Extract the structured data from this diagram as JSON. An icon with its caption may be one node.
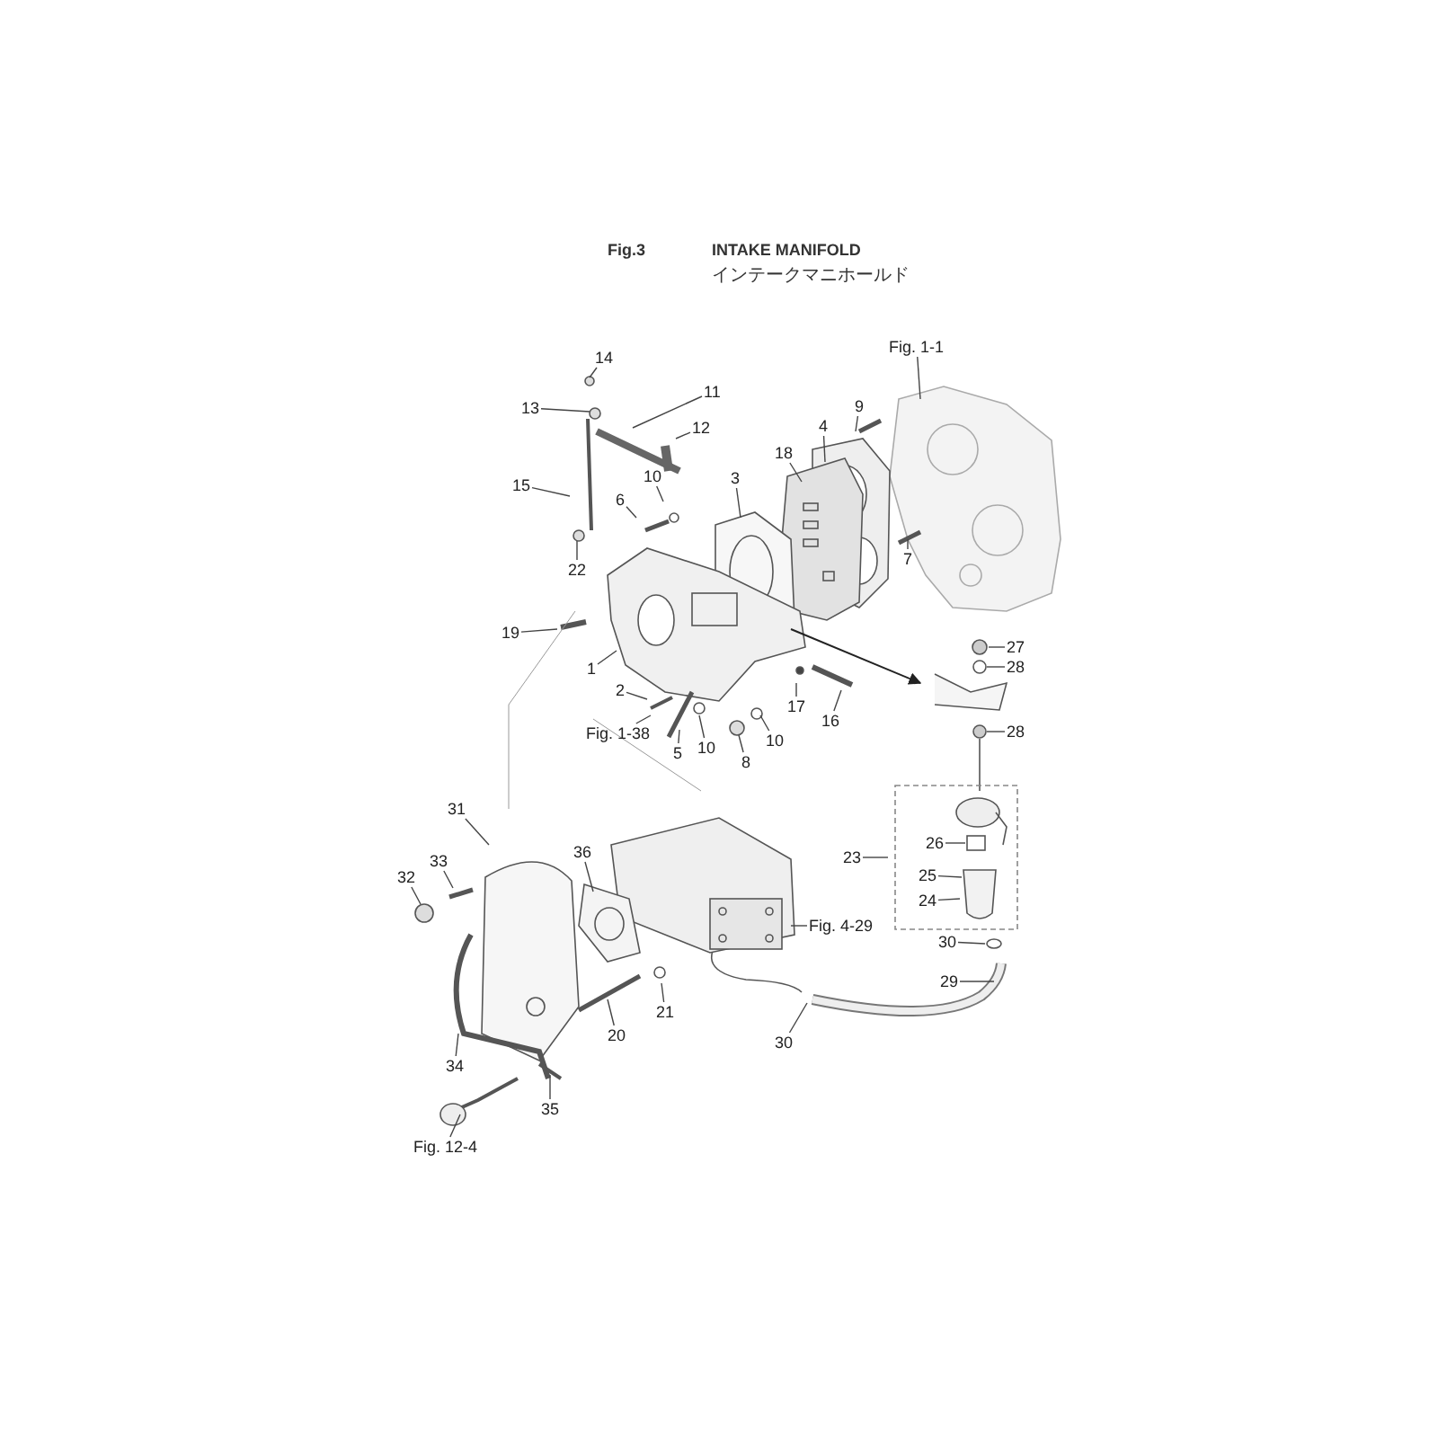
{
  "diagram": {
    "title": "INTAKE MANIFOLD",
    "labels": [
      "Fig.3",
      "インテークマニホールド"
    ],
    "nodes": [
      {
        "text": [
          "Fig. 1-1"
        ]
      },
      {
        "text": [
          "14"
        ]
      },
      {
        "text": [
          "11"
        ]
      },
      {
        "text": [
          "13"
        ]
      },
      {
        "text": [
          "12"
        ]
      },
      {
        "text": [
          "9"
        ]
      },
      {
        "text": [
          "4"
        ]
      },
      {
        "text": [
          "18"
        ]
      },
      {
        "text": [
          "3"
        ]
      },
      {
        "text": [
          "10"
        ]
      },
      {
        "text": [
          "6"
        ]
      },
      {
        "text": [
          "15"
        ]
      },
      {
        "text": [
          "7"
        ]
      },
      {
        "text": [
          "22"
        ]
      },
      {
        "text": [
          "19"
        ]
      },
      {
        "text": [
          "1"
        ]
      },
      {
        "text": [
          "2"
        ]
      },
      {
        "text": [
          "Fig. 1-38"
        ]
      },
      {
        "text": [
          "17"
        ]
      },
      {
        "text": [
          "16"
        ]
      },
      {
        "text": [
          "5"
        ]
      },
      {
        "text": [
          "10"
        ]
      },
      {
        "text": [
          "8"
        ]
      },
      {
        "text": [
          "10"
        ]
      },
      {
        "text": [
          "27"
        ]
      },
      {
        "text": [
          "28"
        ]
      },
      {
        "text": [
          "28"
        ]
      },
      {
        "text": [
          "31"
        ]
      },
      {
        "text": [
          "36"
        ]
      },
      {
        "text": [
          "26"
        ]
      },
      {
        "text": [
          "23"
        ]
      },
      {
        "text": [
          "33"
        ]
      },
      {
        "text": [
          "32"
        ]
      },
      {
        "text": [
          "25"
        ]
      },
      {
        "text": [
          "24"
        ]
      },
      {
        "text": [
          "Fig. 4-29"
        ]
      },
      {
        "text": [
          "30"
        ]
      },
      {
        "text": [
          "29"
        ]
      },
      {
        "text": [
          "21"
        ]
      },
      {
        "text": [
          "20"
        ]
      },
      {
        "text": [
          "30"
        ]
      },
      {
        "text": [
          "34"
        ]
      },
      {
        "text": [
          "35"
        ]
      },
      {
        "text": [
          "Fig. 12-4"
        ]
      }
    ],
    "edges": [
      {
        "from": 0,
        "to": null,
        "arrow": "none"
      },
      {
        "from": 1,
        "to": null,
        "arrow": "none"
      },
      {
        "from": 2,
        "to": null,
        "arrow": "none"
      },
      {
        "from": 3,
        "to": null,
        "arrow": "none"
      },
      {
        "from": 4,
        "to": null,
        "arrow": "none"
      },
      {
        "from": 5,
        "to": null,
        "arrow": "none"
      },
      {
        "from": 6,
        "to": null,
        "arrow": "none"
      },
      {
        "from": 7,
        "to": null,
        "arrow": "none"
      },
      {
        "from": 8,
        "to": null,
        "arrow": "none"
      },
      {
        "from": 9,
        "to": null,
        "arrow": "none"
      },
      {
        "from": 10,
        "to": null,
        "arrow": "none"
      },
      {
        "from": 11,
        "to": null,
        "arrow": "none"
      },
      {
        "from": 12,
        "to": null,
        "arrow": "none"
      },
      {
        "from": 13,
        "to": null,
        "arrow": "none"
      },
      {
        "from": 14,
        "to": null,
        "arrow": "none"
      },
      {
        "from": 15,
        "to": null,
        "arrow": "none"
      },
      {
        "from": 16,
        "to": null,
        "arrow": "none"
      },
      {
        "from": 17,
        "to": null,
        "arrow": "none"
      },
      {
        "from": 18,
        "to": null,
        "arrow": "none"
      },
      {
        "from": 19,
        "to": null,
        "arrow": "none"
      },
      {
        "from": 20,
        "to": null,
        "arrow": "none"
      },
      {
        "from": 21,
        "to": null,
        "arrow": "none"
      },
      {
        "from": 22,
        "to": null,
        "arrow": "none"
      },
      {
        "from": 23,
        "to": null,
        "arrow": "none"
      },
      {
        "from": 24,
        "to": null,
        "arrow": "none"
      },
      {
        "from": 25,
        "to": null,
        "arrow": "none"
      },
      {
        "from": 26,
        "to": null,
        "arrow": "none"
      },
      {
        "from": 27,
        "to": null,
        "arrow": "none"
      },
      {
        "from": 28,
        "to": null,
        "arrow": "none"
      },
      {
        "from": 29,
        "to": null,
        "arrow": "none"
      },
      {
        "from": 30,
        "to": null,
        "arrow": "none"
      },
      {
        "from": 31,
        "to": null,
        "arrow": "none"
      },
      {
        "from": 32,
        "to": null,
        "arrow": "none"
      },
      {
        "from": 33,
        "to": null,
        "arrow": "none"
      },
      {
        "from": 34,
        "to": null,
        "arrow": "none"
      },
      {
        "from": 35,
        "to": null,
        "arrow": "none"
      },
      {
        "from": 36,
        "to": null,
        "arrow": "none"
      },
      {
        "from": 37,
        "to": null,
        "arrow": "none"
      },
      {
        "from": 38,
        "to": null,
        "arrow": "none"
      },
      {
        "from": 39,
        "to": null,
        "arrow": "none"
      },
      {
        "from": 40,
        "to": null,
        "arrow": "none"
      },
      {
        "from": 41,
        "to": null,
        "arrow": "none"
      },
      {
        "from": 42,
        "to": null,
        "arrow": "none"
      },
      {
        "from": 43,
        "to": null,
        "arrow": "none"
      }
    ]
  }
}
